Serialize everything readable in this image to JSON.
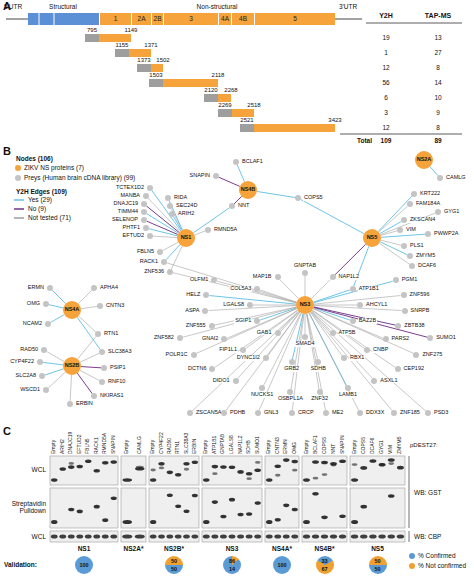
{
  "diagram": {
    "nodes": [
      {
        "text": [
          "1"
        ]
      },
      {
        "text": [
          "2A"
        ]
      },
      {
        "text": [
          "2B"
        ]
      },
      {
        "text": [
          "3"
        ]
      },
      {
        "text": [
          "4A"
        ]
      },
      {
        "text": [
          "4B"
        ]
      },
      {
        "text": [
          "5"
        ]
      },
      {
        "text": [
          "NS2A"
        ]
      },
      {
        "text": [
          "CAMLG"
        ]
      },
      {
        "text": [
          "NS4B"
        ]
      },
      {
        "text": [
          "BCLAF1"
        ]
      },
      {
        "text": [
          "SNAPIN"
        ]
      },
      {
        "text": [
          "COPS5"
        ]
      },
      {
        "text": [
          "NS1"
        ]
      },
      {
        "text": [
          "TCTEX1D2"
        ]
      },
      {
        "text": [
          "MANBA"
        ]
      },
      {
        "text": [
          "DNAJC19"
        ]
      },
      {
        "text": [
          "TIMM44"
        ]
      },
      {
        "text": [
          "SELENOP"
        ]
      },
      {
        "text": [
          "PHTF1"
        ]
      },
      {
        "text": [
          "EFTUD2"
        ]
      },
      {
        "text": [
          "RIDA"
        ]
      },
      {
        "text": [
          "SEC24D"
        ]
      },
      {
        "text": [
          "ARIH2"
        ]
      },
      {
        "text": [
          "RMND5A"
        ]
      },
      {
        "text": [
          "NNT"
        ]
      },
      {
        "text": [
          "FBLN5"
        ]
      },
      {
        "text": [
          "RACK1"
        ]
      },
      {
        "text": [
          "ZNF536"
        ]
      },
      {
        "text": [
          "NS5"
        ]
      },
      {
        "text": [
          "KRT222"
        ]
      },
      {
        "text": [
          "FAM184A"
        ]
      },
      {
        "text": [
          "GYG1"
        ]
      },
      {
        "text": [
          "ZKSCAN4"
        ]
      },
      {
        "text": [
          "VIM"
        ]
      },
      {
        "text": [
          "PWWP2A"
        ]
      },
      {
        "text": [
          "PLS1"
        ]
      },
      {
        "text": [
          "ZMYM5"
        ]
      },
      {
        "text": [
          "DCAF6"
        ]
      },
      {
        "text": [
          "NS3"
        ]
      },
      {
        "text": [
          "GNPTAB"
        ]
      },
      {
        "text": [
          "NAP1L2"
        ]
      },
      {
        "text": [
          "ATP1B1"
        ]
      },
      {
        "text": [
          "AHCYL1"
        ]
      },
      {
        "text": [
          "BAZ2B"
        ]
      },
      {
        "text": [
          "ATP5B"
        ]
      },
      {
        "text": [
          "SMAD4"
        ]
      },
      {
        "text": [
          "GAB1"
        ]
      },
      {
        "text": [
          "SGIP1"
        ]
      },
      {
        "text": [
          "LGALS8"
        ]
      },
      {
        "text": [
          "COL5A3"
        ]
      },
      {
        "text": [
          "MAP1B"
        ]
      },
      {
        "text": [
          "PGM1"
        ]
      },
      {
        "text": [
          "ZNF596"
        ]
      },
      {
        "text": [
          "SNRPB"
        ]
      },
      {
        "text": [
          "ZBTB38"
        ]
      },
      {
        "text": [
          "PARS2"
        ]
      },
      {
        "text": [
          "CNBP"
        ]
      },
      {
        "text": [
          "RBX1"
        ]
      },
      {
        "text": [
          "SDHB"
        ]
      },
      {
        "text": [
          "GRB2"
        ]
      },
      {
        "text": [
          "DYNC1I2"
        ]
      },
      {
        "text": [
          "FIP1L1"
        ]
      },
      {
        "text": [
          "GNAI2"
        ]
      },
      {
        "text": [
          "ZNF555"
        ]
      },
      {
        "text": [
          "ASPA"
        ]
      },
      {
        "text": [
          "HELZ"
        ]
      },
      {
        "text": [
          "OLFM1"
        ]
      },
      {
        "text": [
          "SUMO1"
        ]
      },
      {
        "text": [
          "ZNF275"
        ]
      },
      {
        "text": [
          "CEP192"
        ]
      },
      {
        "text": [
          "ASXL1"
        ]
      },
      {
        "text": [
          "LAMB1"
        ]
      },
      {
        "text": [
          "ZNF32"
        ]
      },
      {
        "text": [
          "OSBPL1A"
        ]
      },
      {
        "text": [
          "NUCKS1"
        ]
      },
      {
        "text": [
          "DIDO1"
        ]
      },
      {
        "text": [
          "DCTN6"
        ]
      },
      {
        "text": [
          "POLR1C"
        ]
      },
      {
        "text": [
          "ZNF582"
        ]
      },
      {
        "text": [
          "ZSCAN5A"
        ]
      },
      {
        "text": [
          "PDHB"
        ]
      },
      {
        "text": [
          "GNL3"
        ]
      },
      {
        "text": [
          "CRCP"
        ]
      },
      {
        "text": [
          "ME2"
        ]
      },
      {
        "text": [
          "DDX3X"
        ]
      },
      {
        "text": [
          "ZNF185"
        ]
      },
      {
        "text": [
          "PSD3"
        ]
      },
      {
        "text": [
          "NS4A"
        ]
      },
      {
        "text": [
          "ERMN"
        ]
      },
      {
        "text": [
          "APHA4"
        ]
      },
      {
        "text": [
          "OMG"
        ]
      },
      {
        "text": [
          "CNTN3"
        ]
      },
      {
        "text": [
          "NCAM2"
        ]
      },
      {
        "text": [
          "RTN1"
        ]
      },
      {
        "text": [
          "NS2B"
        ]
      },
      {
        "text": [
          "RAD50"
        ]
      },
      {
        "text": [
          "CYP4F22"
        ]
      },
      {
        "text": [
          "SLC38A3"
        ]
      },
      {
        "text": [
          "SLC2A8"
        ]
      },
      {
        "text": [
          "PSIP1"
        ]
      },
      {
        "text": [
          "RNF10"
        ]
      },
      {
        "text": [
          "WSCD1"
        ]
      },
      {
        "text": [
          "NKIRAS1"
        ]
      },
      {
        "text": [
          "ERBIN"
        ]
      },
      {
        "text": [
          "100"
        ]
      },
      {
        "text": [
          "50",
          "50"
        ]
      },
      {
        "text": [
          "86",
          "14"
        ]
      },
      {
        "text": [
          "100"
        ]
      },
      {
        "text": [
          "33",
          "67"
        ]
      },
      {
        "text": [
          "50",
          "50"
        ]
      }
    ],
    "edges": [
      {
        "from": 7,
        "to": 8,
        "arrow": "none"
      },
      {
        "from": 9,
        "to": 10,
        "arrow": "none"
      },
      {
        "from": 9,
        "to": 11,
        "arrow": "none"
      },
      {
        "from": 9,
        "to": 12,
        "arrow": "none"
      },
      {
        "from": 9,
        "to": 25,
        "arrow": "none"
      },
      {
        "from": 13,
        "to": 14,
        "arrow": "none"
      },
      {
        "from": 13,
        "to": 15,
        "arrow": "none"
      },
      {
        "from": 13,
        "to": 16,
        "arrow": "none"
      },
      {
        "from": 13,
        "to": 17,
        "arrow": "none"
      },
      {
        "from": 13,
        "to": 18,
        "arrow": "none"
      },
      {
        "from": 13,
        "to": 19,
        "arrow": "none"
      },
      {
        "from": 13,
        "to": 20,
        "arrow": "none"
      },
      {
        "from": 13,
        "to": 21,
        "arrow": "none"
      },
      {
        "from": 13,
        "to": 22,
        "arrow": "none"
      },
      {
        "from": 13,
        "to": 23,
        "arrow": "none"
      },
      {
        "from": 13,
        "to": 24,
        "arrow": "none"
      },
      {
        "from": 13,
        "to": 25,
        "arrow": "none"
      },
      {
        "from": 13,
        "to": 26,
        "arrow": "none"
      },
      {
        "from": 13,
        "to": 27,
        "arrow": "none"
      },
      {
        "from": 13,
        "to": 28,
        "arrow": "none"
      },
      {
        "from": 29,
        "to": 30,
        "arrow": "none"
      },
      {
        "from": 29,
        "to": 31,
        "arrow": "none"
      },
      {
        "from": 29,
        "to": 32,
        "arrow": "none"
      },
      {
        "from": 29,
        "to": 33,
        "arrow": "none"
      },
      {
        "from": 29,
        "to": 34,
        "arrow": "none"
      },
      {
        "from": 29,
        "to": 35,
        "arrow": "none"
      },
      {
        "from": 29,
        "to": 36,
        "arrow": "none"
      },
      {
        "from": 29,
        "to": 37,
        "arrow": "none"
      },
      {
        "from": 29,
        "to": 38,
        "arrow": "none"
      },
      {
        "from": 29,
        "to": 12,
        "arrow": "none"
      },
      {
        "from": 29,
        "to": 41,
        "arrow": "none"
      },
      {
        "from": 29,
        "to": 42,
        "arrow": "none"
      },
      {
        "from": 39,
        "to": 40,
        "arrow": "none"
      },
      {
        "from": 39,
        "to": 41,
        "arrow": "none"
      },
      {
        "from": 39,
        "to": 42,
        "arrow": "none"
      },
      {
        "from": 39,
        "to": 43,
        "arrow": "none"
      },
      {
        "from": 39,
        "to": 44,
        "arrow": "none"
      },
      {
        "from": 39,
        "to": 45,
        "arrow": "none"
      },
      {
        "from": 39,
        "to": 46,
        "arrow": "none"
      },
      {
        "from": 39,
        "to": 47,
        "arrow": "none"
      },
      {
        "from": 39,
        "to": 48,
        "arrow": "none"
      },
      {
        "from": 39,
        "to": 49,
        "arrow": "none"
      },
      {
        "from": 39,
        "to": 50,
        "arrow": "none"
      },
      {
        "from": 39,
        "to": 51,
        "arrow": "none"
      },
      {
        "from": 39,
        "to": 52,
        "arrow": "none"
      },
      {
        "from": 39,
        "to": 53,
        "arrow": "none"
      },
      {
        "from": 39,
        "to": 54,
        "arrow": "none"
      },
      {
        "from": 39,
        "to": 55,
        "arrow": "none"
      },
      {
        "from": 39,
        "to": 56,
        "arrow": "none"
      },
      {
        "from": 39,
        "to": 57,
        "arrow": "none"
      },
      {
        "from": 39,
        "to": 58,
        "arrow": "none"
      },
      {
        "from": 39,
        "to": 59,
        "arrow": "none"
      },
      {
        "from": 39,
        "to": 60,
        "arrow": "none"
      },
      {
        "from": 39,
        "to": 61,
        "arrow": "none"
      },
      {
        "from": 39,
        "to": 62,
        "arrow": "none"
      },
      {
        "from": 39,
        "to": 63,
        "arrow": "none"
      },
      {
        "from": 39,
        "to": 64,
        "arrow": "none"
      },
      {
        "from": 39,
        "to": 65,
        "arrow": "none"
      },
      {
        "from": 39,
        "to": 66,
        "arrow": "none"
      },
      {
        "from": 39,
        "to": 67,
        "arrow": "none"
      },
      {
        "from": 39,
        "to": 68,
        "arrow": "none"
      },
      {
        "from": 39,
        "to": 69,
        "arrow": "none"
      },
      {
        "from": 39,
        "to": 70,
        "arrow": "none"
      },
      {
        "from": 39,
        "to": 71,
        "arrow": "none"
      },
      {
        "from": 39,
        "to": 72,
        "arrow": "none"
      },
      {
        "from": 39,
        "to": 73,
        "arrow": "none"
      },
      {
        "from": 39,
        "to": 74,
        "arrow": "none"
      },
      {
        "from": 39,
        "to": 75,
        "arrow": "none"
      },
      {
        "from": 39,
        "to": 76,
        "arrow": "none"
      },
      {
        "from": 39,
        "to": 77,
        "arrow": "none"
      },
      {
        "from": 39,
        "to": 78,
        "arrow": "none"
      },
      {
        "from": 39,
        "to": 79,
        "arrow": "none"
      },
      {
        "from": 39,
        "to": 80,
        "arrow": "none"
      },
      {
        "from": 39,
        "to": 81,
        "arrow": "none"
      },
      {
        "from": 39,
        "to": 82,
        "arrow": "none"
      },
      {
        "from": 39,
        "to": 83,
        "arrow": "none"
      },
      {
        "from": 39,
        "to": 84,
        "arrow": "none"
      },
      {
        "from": 39,
        "to": 85,
        "arrow": "none"
      },
      {
        "from": 39,
        "to": 86,
        "arrow": "none"
      },
      {
        "from": 39,
        "to": 87,
        "arrow": "none"
      },
      {
        "from": 39,
        "to": 27,
        "arrow": "none"
      },
      {
        "from": 39,
        "to": 28,
        "arrow": "none"
      },
      {
        "from": 88,
        "to": 89,
        "arrow": "none"
      },
      {
        "from": 88,
        "to": 90,
        "arrow": "none"
      },
      {
        "from": 88,
        "to": 91,
        "arrow": "none"
      },
      {
        "from": 88,
        "to": 92,
        "arrow": "none"
      },
      {
        "from": 88,
        "to": 93,
        "arrow": "none"
      },
      {
        "from": 88,
        "to": 94,
        "arrow": "none"
      },
      {
        "from": 88,
        "to": 98,
        "arrow": "none"
      },
      {
        "from": 95,
        "to": 96,
        "arrow": "none"
      },
      {
        "from": 95,
        "to": 97,
        "arrow": "none"
      },
      {
        "from": 95,
        "to": 98,
        "arrow": "none"
      },
      {
        "from": 95,
        "to": 99,
        "arrow": "none"
      },
      {
        "from": 95,
        "to": 100,
        "arrow": "none"
      },
      {
        "from": 95,
        "to": 101,
        "arrow": "none"
      },
      {
        "from": 95,
        "to": 102,
        "arrow": "none"
      },
      {
        "from": 95,
        "to": 103,
        "arrow": "none"
      },
      {
        "from": 95,
        "to": 104,
        "arrow": "none"
      },
      {
        "from": 95,
        "to": 94,
        "arrow": "none"
      }
    ],
    "labels": [
      "A",
      "5'UTR",
      "Structural",
      "Non-structural",
      "3'UTR",
      "795",
      "1149",
      "1155",
      "1371",
      "1373",
      "1502",
      "1503",
      "2118",
      "2120",
      "2268",
      "2269",
      "2518",
      "2521",
      "3423",
      "Y2H",
      "TAP-MS",
      "19",
      "13",
      "1",
      "27",
      "12",
      "8",
      "56",
      "14",
      "6",
      "10",
      "3",
      "9",
      "12",
      "8",
      "Total",
      "109",
      "89",
      "B",
      "Nodes (106)",
      "Y2H Edges (109)",
      "C",
      "pDEST27:",
      "Empty",
      "ARIH2",
      "DNAJC19",
      "EFTUD2",
      "FBLN5",
      "RACK1",
      "RMND5A",
      "SNAPIN",
      "Empty",
      "CAMLG",
      "Empty",
      "CYP4F22",
      "RAD50",
      "RTN1",
      "SLC38A3",
      "ERBIN",
      "Empty",
      "ATP1B1",
      "GNPTAB",
      "LGALS8",
      "NAP1L2",
      "SDHB",
      "SUMO1",
      "Empty",
      "CNTN3",
      "ERMN",
      "OMG",
      "Empty",
      "BCLAF1",
      "COPS5",
      "NNT",
      "SNAPIN",
      "Empty",
      "COPS5",
      "DCAF6",
      "GYG1",
      "VIM",
      "ZMYM5",
      "WCL",
      "Streptavidin Pulldown",
      "WCL",
      "WB: GST",
      "WB: CBP",
      "NS1",
      "NS2A*",
      "NS2B*",
      "NS3",
      "NS4A*",
      "NS4B*",
      "NS5",
      "Validation:"
    ],
    "legend": [
      {
        "text": "ZIKV NS proteins (7)",
        "color": "#f5a33a"
      },
      {
        "text": "Preys (Human brain cDNA library) (99)",
        "color": "#c4c4c4"
      },
      {
        "text": "Yes (29)"
      },
      {
        "text": "No (9)"
      },
      {
        "text": "Not tested (71)"
      },
      {
        "text": "% Confirmed",
        "color": "#5b9bd5"
      },
      {
        "text": "% Not confirmed",
        "color": "#f0a030"
      }
    ]
  }
}
